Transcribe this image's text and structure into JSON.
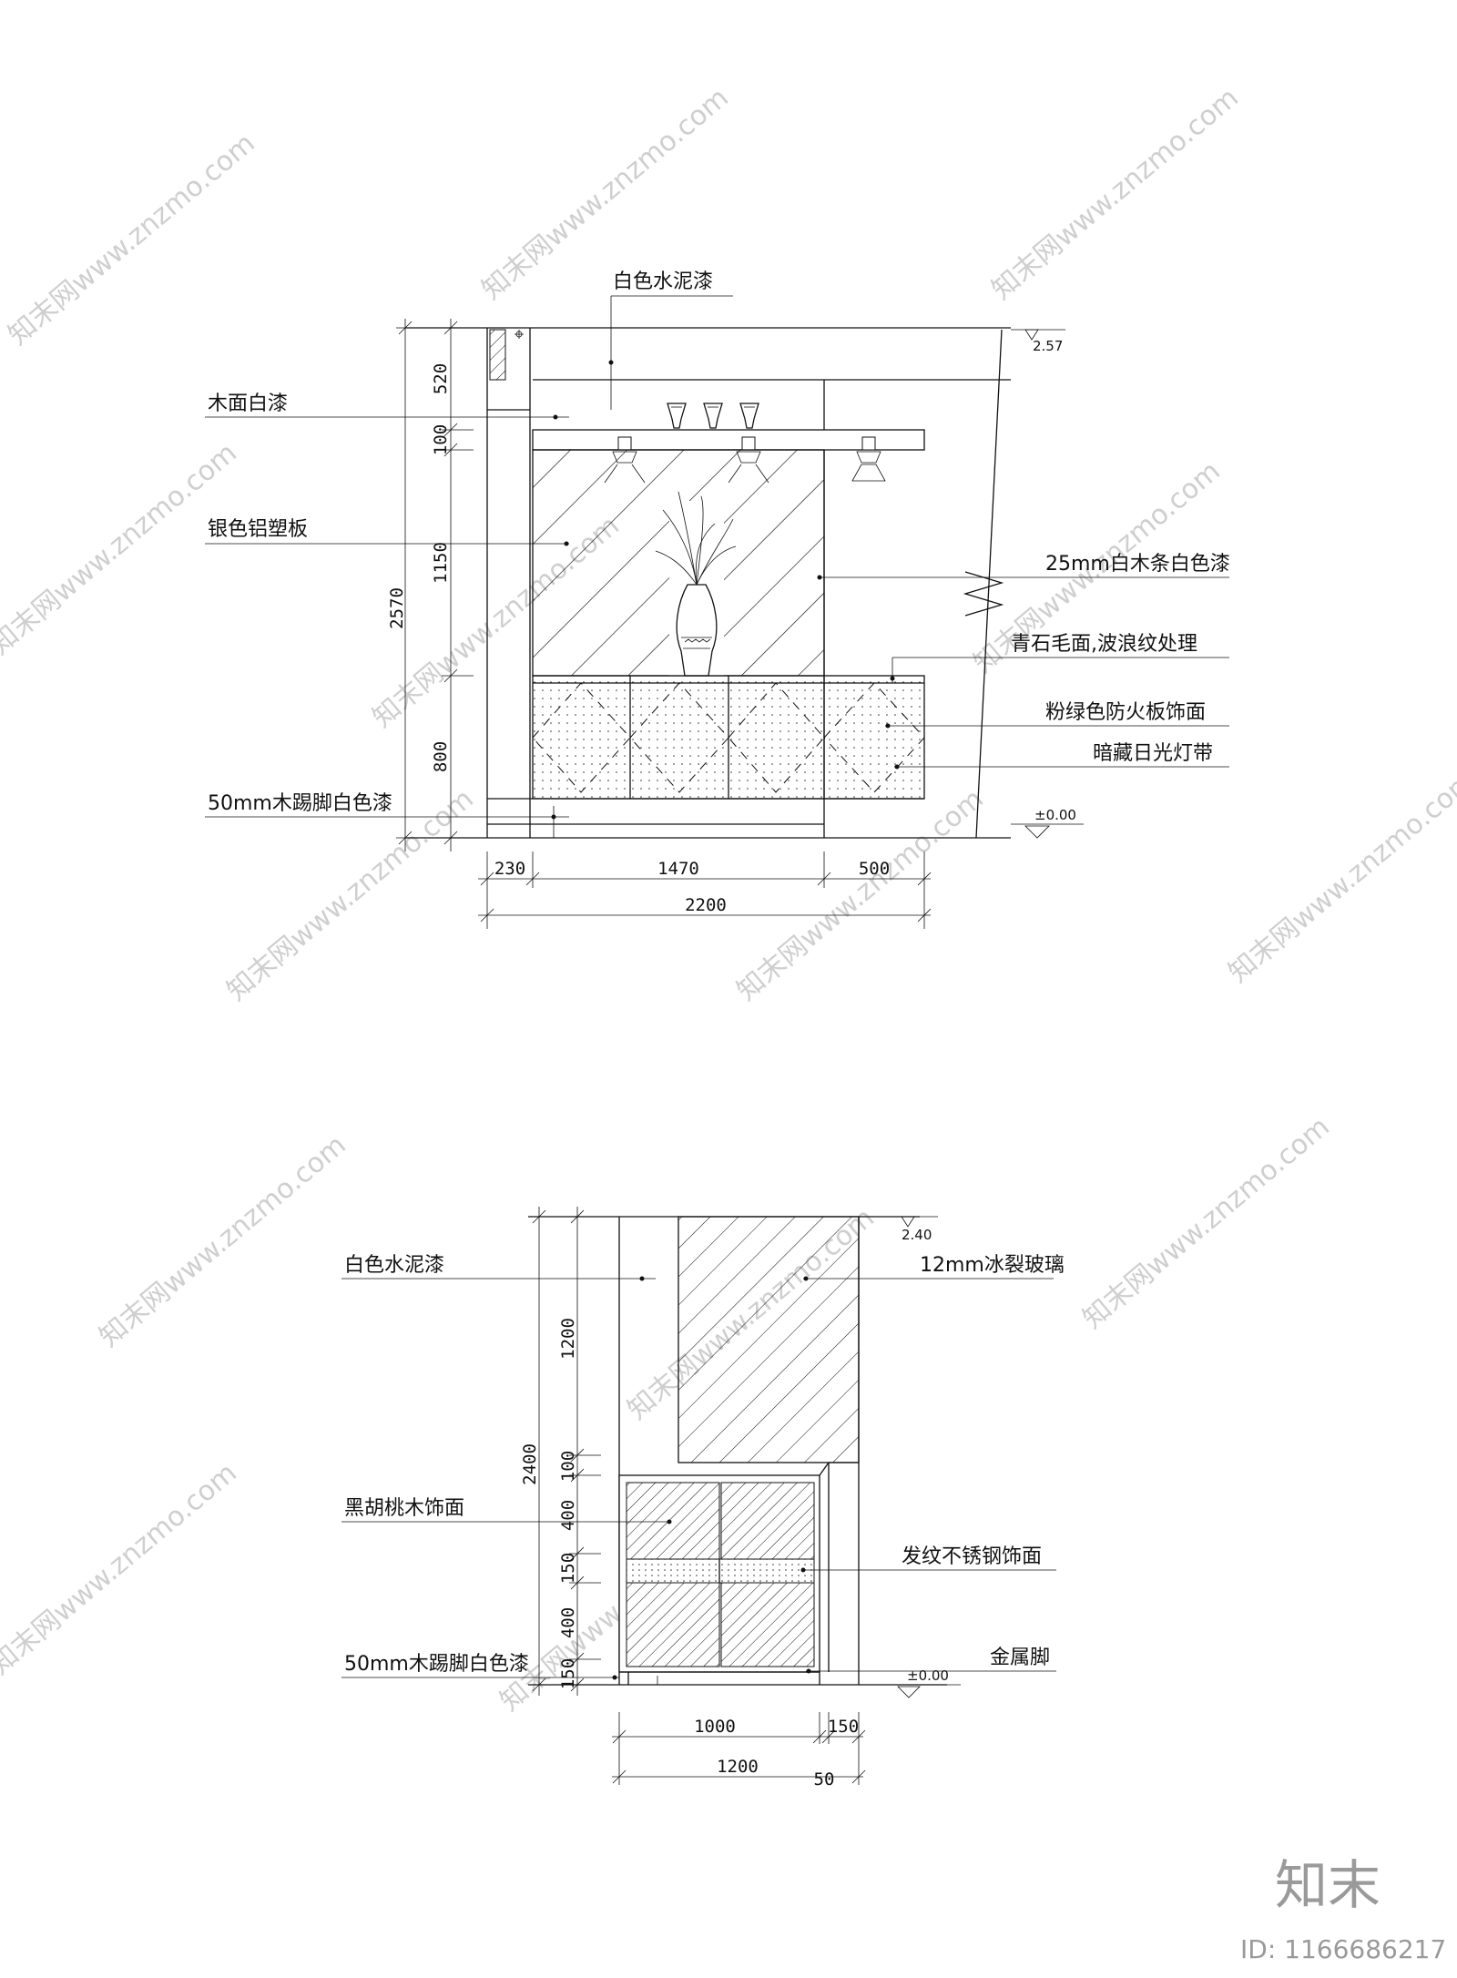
{
  "elevation_a": {
    "labels": {
      "top": "白色水泥漆",
      "wood_white": "木面白漆",
      "silver_panel": "银色铝塑板",
      "white_strip": "25mm白木条白色漆",
      "bluestone": "青石毛面,波浪纹处理",
      "green_board": "粉绿色防火板饰面",
      "hidden_light": "暗藏日光灯带",
      "skirting": "50mm木踢脚白色漆"
    },
    "dims_vertical": {
      "total": "2570",
      "d1": "520",
      "d2": "100",
      "d3": "1150",
      "d4": "800"
    },
    "dims_horizontal": {
      "d1": "230",
      "d2": "1470",
      "d3": "500",
      "total": "2200"
    },
    "levels": {
      "top": "2.57",
      "floor": "±0.00"
    }
  },
  "elevation_b": {
    "labels": {
      "top": "白色水泥漆",
      "glass": "12mm冰裂玻璃",
      "walnut": "黑胡桃木饰面",
      "stainless": "发纹不锈钢饰面",
      "skirting": "50mm木踢脚白色漆",
      "metal_leg": "金属脚"
    },
    "dims_vertical": {
      "total": "2400",
      "d1": "1200",
      "d2": "100",
      "d3": "400",
      "d4": "150",
      "d5": "400",
      "d6": "150"
    },
    "dims_horizontal": {
      "d1": "1000",
      "d2": "150",
      "total": "1200",
      "d3": "50"
    },
    "levels": {
      "top": "2.40",
      "floor": "±0.00"
    }
  },
  "watermark": {
    "text": "知末网www.znzmo.com"
  },
  "brand": {
    "logo": "知末",
    "id": "ID: 1166686217"
  }
}
